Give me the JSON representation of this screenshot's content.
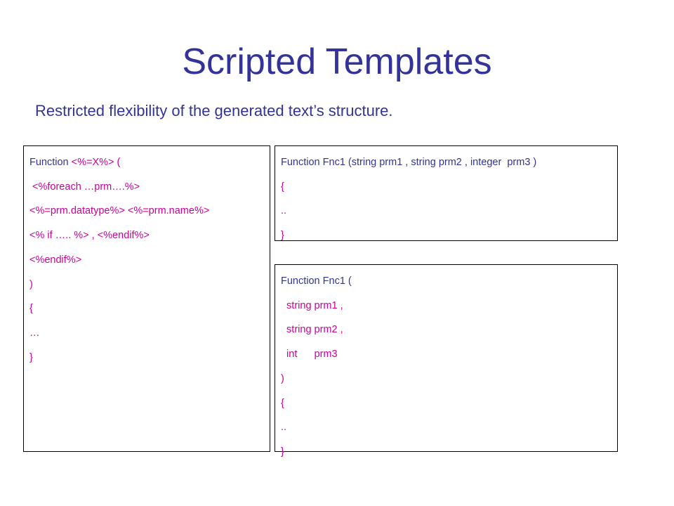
{
  "slide": {
    "title": "Scripted Templates",
    "subtitle": "Restricted  flexibility of the generated text’s structure."
  },
  "template_box": {
    "line1_keyword": "Function ",
    "line1_tag": "<%=X%> (",
    "lines": [
      " <%foreach …prm….%>",
      "<%=prm.datatype%> <%=prm.name%>",
      "<% if ….. %> , <%endif%>",
      "<%endif%>",
      ")",
      "{",
      "…",
      "}"
    ]
  },
  "output_box_1": {
    "header": "Function Fnc1 (string prm1 , string prm2 , integer  prm3 )",
    "lines": [
      "{",
      "..",
      "}"
    ]
  },
  "output_box_2": {
    "header": "Function Fnc1 (",
    "lines": [
      "  string prm1 ,",
      "  string prm2 ,",
      "  int      prm3",
      ")",
      "{",
      "..",
      "}"
    ]
  }
}
